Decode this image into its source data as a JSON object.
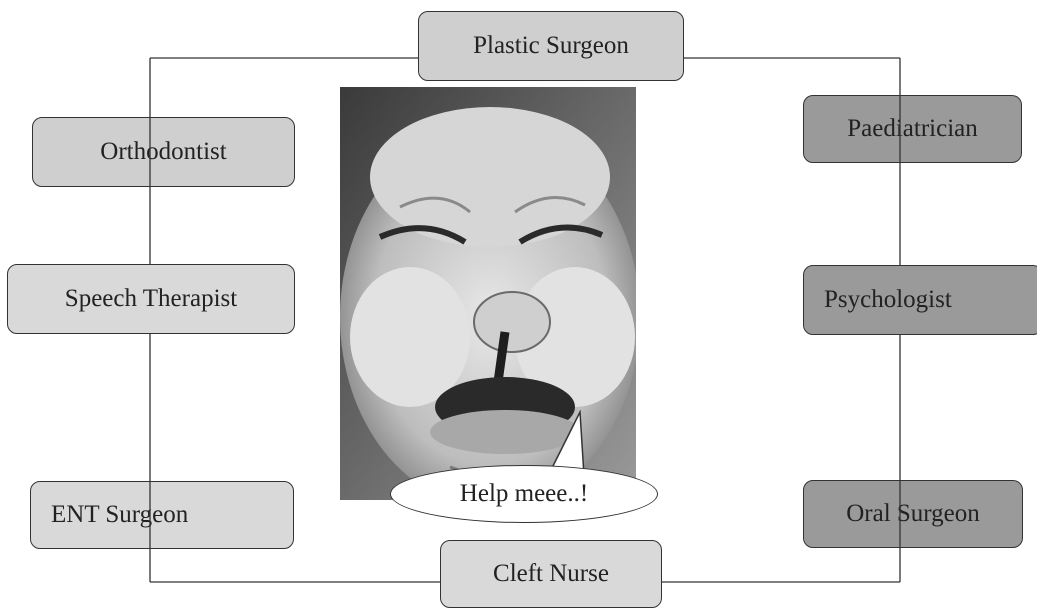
{
  "roles": {
    "top": "Plastic Surgeon",
    "left_1": "Orthodontist",
    "left_2": "Speech Therapist",
    "left_3": "ENT Surgeon",
    "right_1": "Paediatrician",
    "right_2": "Psychologist",
    "right_3": "Oral Surgeon",
    "bottom": "Cleft Nurse"
  },
  "center": {
    "photo": "infant-with-cleft-lip-photo",
    "speech": "Help meee..!"
  }
}
